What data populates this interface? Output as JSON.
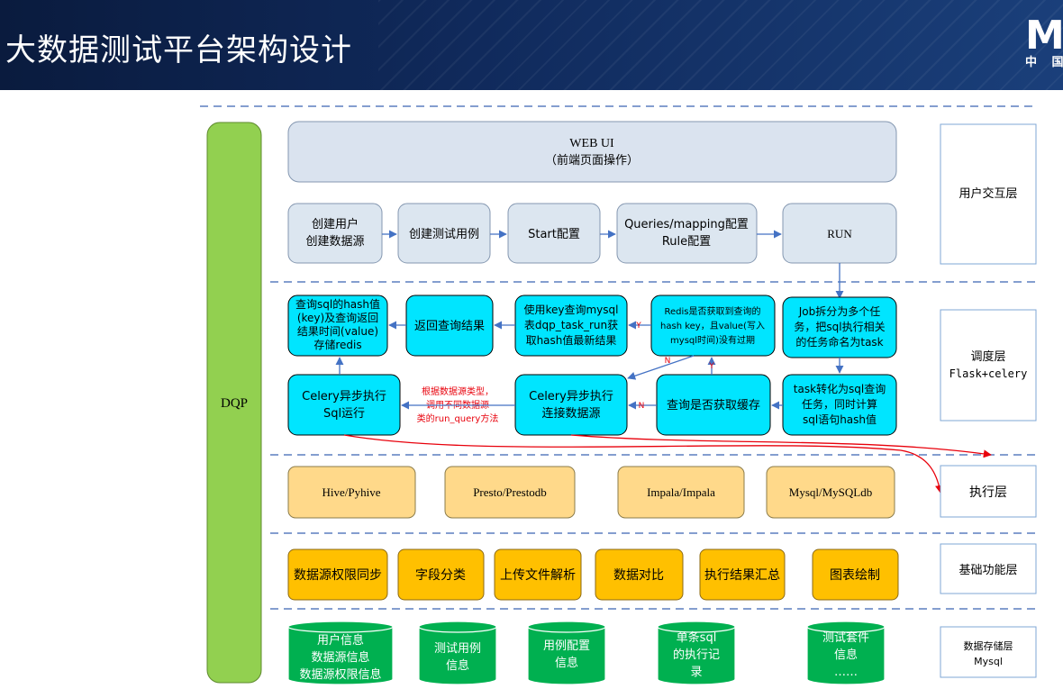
{
  "header": {
    "title": "大数据测试平台架构设计",
    "logo_mark": "M",
    "logo_sub": "中 国"
  },
  "sidebar": {
    "label": "DQP"
  },
  "webui": {
    "line1": "WEB UI",
    "line2": "（前端页面操作）"
  },
  "flow": {
    "create_user_l1": "创建用户",
    "create_user_l2": "创建数据源",
    "create_case": "创建测试用例",
    "start_config": "Start配置",
    "queries_l1": "Queries/mapping配置",
    "queries_l2": "Rule配置",
    "run": "RUN"
  },
  "sched": {
    "hash_l1": "查询sql的hash值",
    "hash_l2": "(key)及查询返回",
    "hash_l3": "结果时间(value)",
    "hash_l4": "存储redis",
    "return_result": "返回查询结果",
    "usekey_l1": "使用key查询mysql",
    "usekey_l2": "表dqp_task_run获",
    "usekey_l3": "取hash值最新结果",
    "redis_l1": "Redis是否获取到查询的",
    "redis_l2": "hash key，且value(写入",
    "redis_l3": "mysql时间)没有过期",
    "job_l1": "Job拆分为多个任",
    "job_l2": "务，把sql执行相关",
    "job_l3": "的任务命名为task",
    "celery_sql_l1": "Celery异步执行",
    "celery_sql_l2": "Sql运行",
    "note_l1": "根据数据源类型，",
    "note_l2": "调用不同数据源",
    "note_l3": "类的run_query方法",
    "celery_conn_l1": "Celery异步执行",
    "celery_conn_l2": "连接数据源",
    "cache_query": "查询是否获取缓存",
    "task_l1": "task转化为sql查询",
    "task_l2": "任务，同时计算",
    "task_l3": "sql语句hash值",
    "edge_y": "Y",
    "edge_n": "N"
  },
  "exec": {
    "hive": "Hive/Pyhive",
    "presto": "Presto/Prestodb",
    "impala": "Impala/Impala",
    "mysql": "Mysql/MySQLdb"
  },
  "basic": {
    "b1": "数据源权限同步",
    "b2": "字段分类",
    "b3": "上传文件解析",
    "b4": "数据对比",
    "b5": "执行结果汇总",
    "b6": "图表绘制"
  },
  "storage": {
    "d1_l1": "用户信息",
    "d1_l2": "数据源信息",
    "d1_l3": "数据源权限信息",
    "d2_l1": "测试用例",
    "d2_l2": "信息",
    "d3_l1": "用例配置",
    "d3_l2": "信息",
    "d4_l1": "单条sql",
    "d4_l2": "的执行记",
    "d4_l3": "录",
    "d5_l1": "测试套件",
    "d5_l2": "信息",
    "d5_l3": "……"
  },
  "layers": {
    "ui": "用户交互层",
    "sched_l1": "调度层",
    "sched_l2": "Flask+celery",
    "exec": "执行层",
    "basic": "基础功能层",
    "store_l1": "数据存储层",
    "store_l2": "Mysql"
  },
  "colors": {
    "header_bg": "#0a1b3e",
    "sidebar": "#92d050",
    "webui": "#dae3ef",
    "flow_box": "#dce6f0",
    "sched_box": "#00e5ff",
    "exec_box": "#ffd98a",
    "basic_box": "#ffc000",
    "db": "#00b050",
    "arrow_blue": "#4472c4",
    "arrow_red": "#e8000b"
  }
}
